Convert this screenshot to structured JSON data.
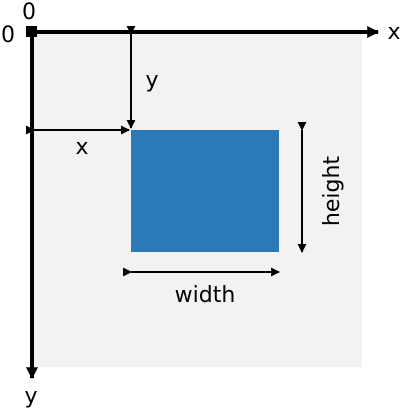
{
  "colors": {
    "canvas": "#f2f2f2",
    "rect": "#2a7ab9",
    "stroke": "#000000",
    "background": "#ffffff"
  },
  "origin": {
    "x_zero": "0",
    "y_zero": "0"
  },
  "axes": {
    "x_label": "x",
    "y_label": "y"
  },
  "offsets": {
    "x_label": "x",
    "y_label": "y"
  },
  "dimensions": {
    "width_label": "width",
    "height_label": "height"
  }
}
